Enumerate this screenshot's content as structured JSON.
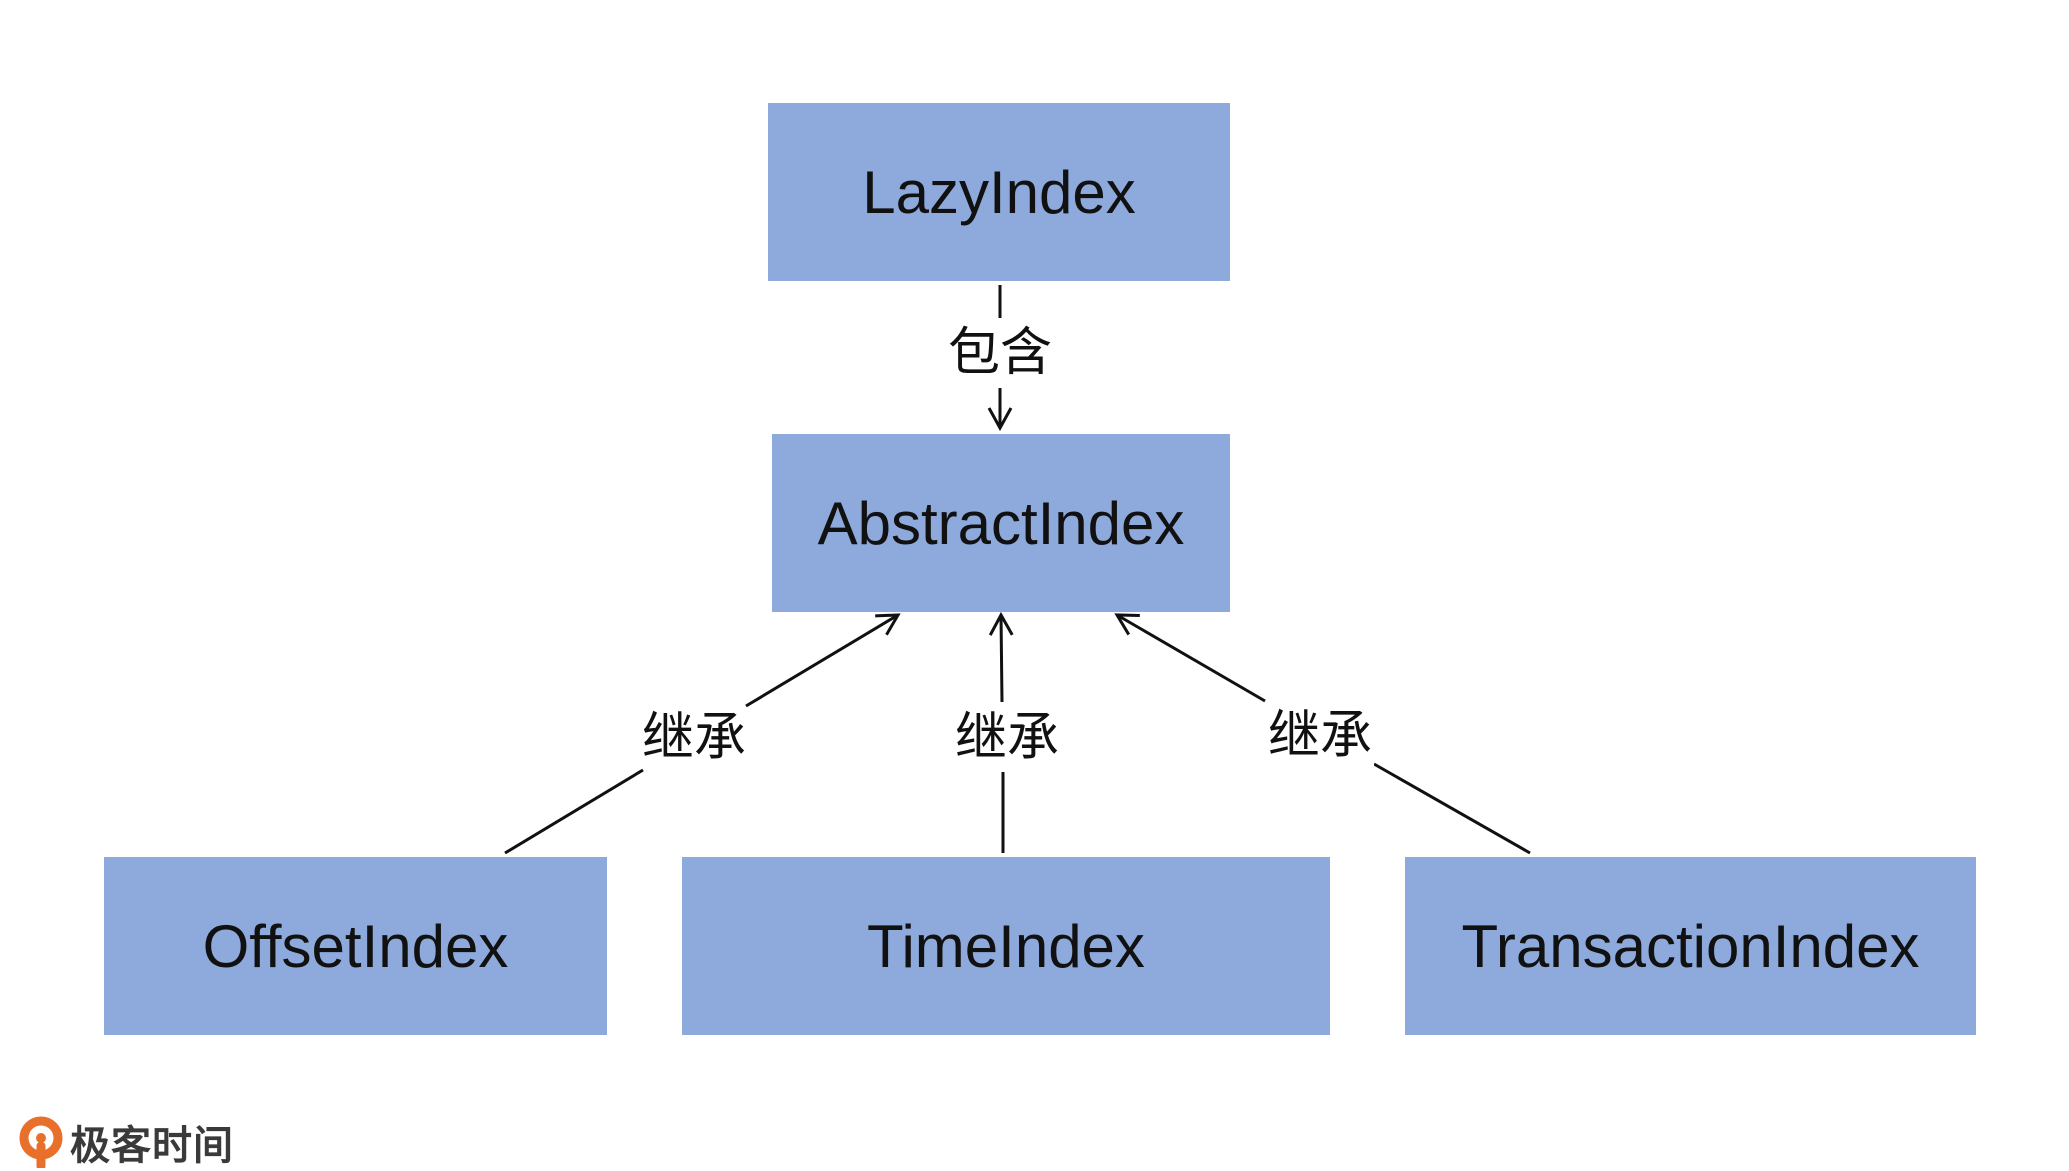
{
  "nodes": {
    "lazy": "LazyIndex",
    "abstract": "AbstractIndex",
    "offset": "OffsetIndex",
    "time": "TimeIndex",
    "transaction": "TransactionIndex"
  },
  "edges": {
    "contains_label": "包含",
    "inherit_label_1": "继承",
    "inherit_label_2": "继承",
    "inherit_label_3": "继承"
  },
  "logo": {
    "text": "极客时间",
    "icon": "geektime-logo-icon",
    "color": "#e8702a"
  },
  "colors": {
    "box_fill": "#8eaadc",
    "text": "#111111",
    "line": "#111111"
  }
}
